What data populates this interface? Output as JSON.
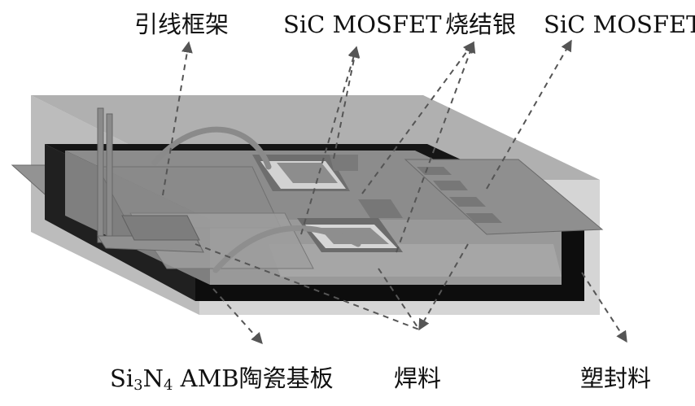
{
  "labels": {
    "lead_frame": "引线框架",
    "mosfet_top": "SiC MOSFET",
    "sintered_silver": "烧结银",
    "mosfet_right": "SiC MOSFET",
    "substrate_prefix": "Si",
    "substrate_sub1": "3",
    "substrate_mid": "N",
    "substrate_sub2": "4",
    "substrate_suffix": " AMB陶瓷基板",
    "solder": "焊料",
    "molding": "塑封料"
  },
  "colors": {
    "mold_top": "#a8a8a8",
    "mold_left": "#bcbcbc",
    "mold_front": "#b0b0b0",
    "substrate_black": "#111111",
    "copper_top": "#8a8a8a",
    "copper_front": "#9a9a9a",
    "die": "#6e6e6e",
    "die_light": "#d0d0d0",
    "lead": "#7e7e7e",
    "arrow": "#555555"
  }
}
